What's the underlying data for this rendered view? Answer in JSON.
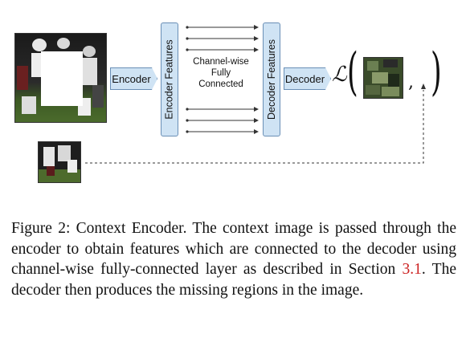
{
  "diagram": {
    "encoder_label": "Encoder",
    "encoder_features_label": "Encoder Features",
    "fc_label": [
      "Channel-wise",
      "Fully",
      "Connected"
    ],
    "decoder_features_label": "Decoder Features",
    "decoder_label": "Decoder",
    "loss_symbol": "ℒ",
    "loss_open_paren": "(",
    "loss_close_paren": ")",
    "loss_comma": ","
  },
  "caption": {
    "before_ref": "Figure 2: Context Encoder.  The context image is passed through the encoder to obtain features which are connected to the decoder using channel-wise fully-connected layer as described in Section ",
    "ref": "3.1",
    "after_ref": ".  The decoder then produces the missing regions in the image."
  },
  "colors": {
    "block_fill": "#cfe3f4",
    "block_border": "#6a8fb6",
    "reference_link": "#cc2222"
  }
}
